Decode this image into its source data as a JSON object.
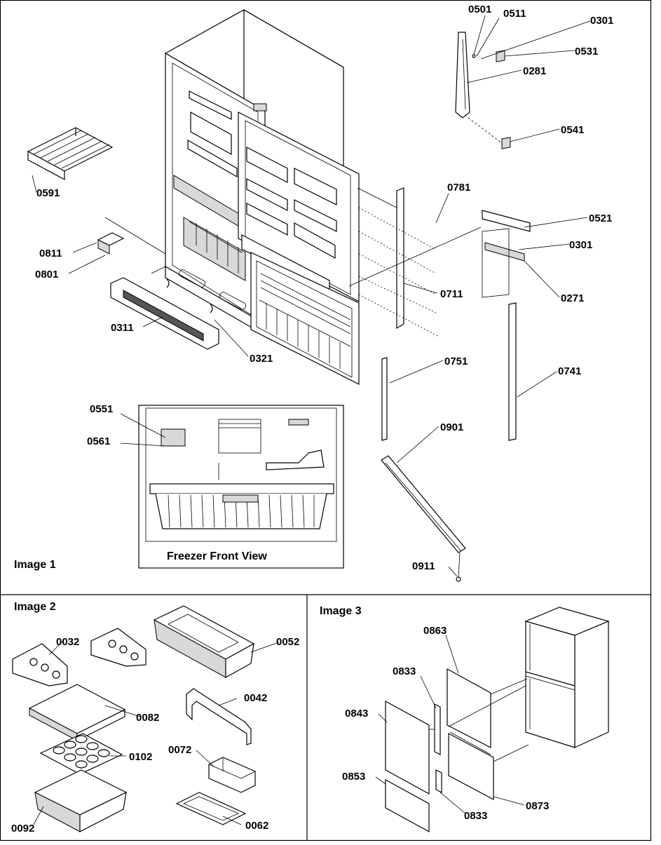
{
  "panels": {
    "image1": {
      "title": "Image 1",
      "view_label": "Freezer Front View"
    },
    "image2": {
      "title": "Image 2"
    },
    "image3": {
      "title": "Image 3"
    }
  },
  "parts": {
    "p0501": "0501",
    "p0511": "0511",
    "p0301a": "0301",
    "p0531": "0531",
    "p0281": "0281",
    "p0541": "0541",
    "p0591": "0591",
    "p0781": "0781",
    "p0521": "0521",
    "p0301b": "0301",
    "p0811": "0811",
    "p0801": "0801",
    "p0711": "0711",
    "p0271": "0271",
    "p0311": "0311",
    "p0321": "0321",
    "p0751": "0751",
    "p0741": "0741",
    "p0551": "0551",
    "p0561": "0561",
    "p0901": "0901",
    "p0911": "0911",
    "p0032": "0032",
    "p0052": "0052",
    "p0082": "0082",
    "p0042": "0042",
    "p0102": "0102",
    "p0072": "0072",
    "p0092": "0092",
    "p0062": "0062",
    "p0863": "0863",
    "p0833a": "0833",
    "p0843": "0843",
    "p0853": "0853",
    "p0833b": "0833",
    "p0873": "0873"
  }
}
